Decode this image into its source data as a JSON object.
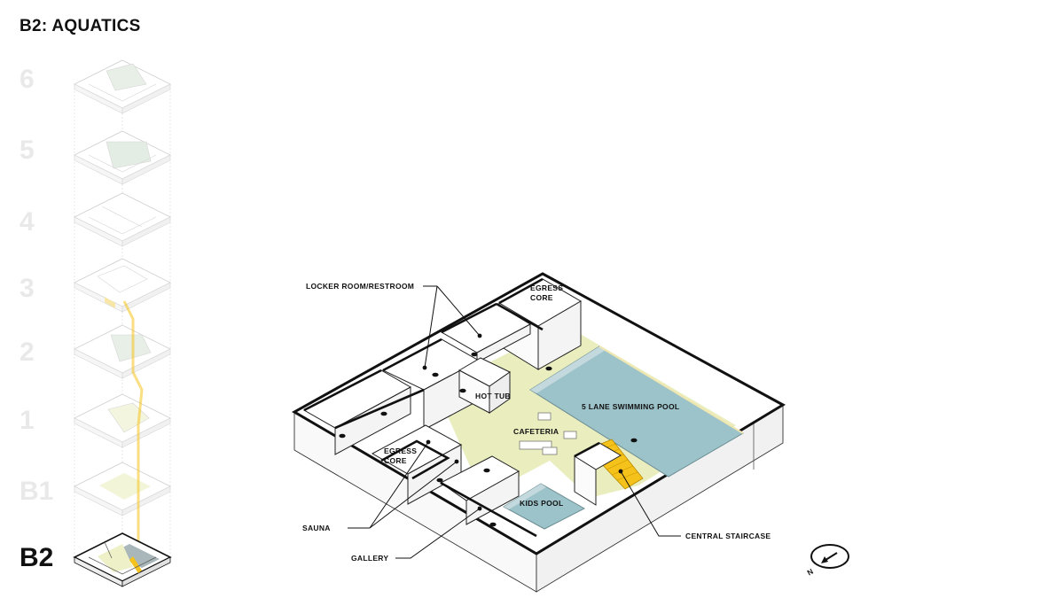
{
  "title": "B2: AQUATICS",
  "floors": [
    {
      "id": "6",
      "label": "6",
      "active": false
    },
    {
      "id": "5",
      "label": "5",
      "active": false
    },
    {
      "id": "4",
      "label": "4",
      "active": false
    },
    {
      "id": "3",
      "label": "3",
      "active": false
    },
    {
      "id": "2",
      "label": "2",
      "active": false
    },
    {
      "id": "1",
      "label": "1",
      "active": false
    },
    {
      "id": "b1",
      "label": "B1",
      "active": false
    },
    {
      "id": "b2",
      "label": "B2",
      "active": true
    }
  ],
  "rooms": {
    "egress_core_top": [
      "EGRESS",
      "CORE"
    ],
    "egress_core_left": [
      "EGRESS",
      "CORE"
    ],
    "hot_tub": "HOT TUB",
    "swimming_pool": "5 LANE SWIMMING POOL",
    "cafeteria": "CAFETERIA",
    "kids_pool": "KIDS POOL"
  },
  "callouts": {
    "locker_room": "LOCKER ROOM/RESTROOM",
    "sauna": "SAUNA",
    "gallery": "GALLERY",
    "central_staircase": "CENTRAL STAIRCASE"
  },
  "compass": {
    "north_label": "N"
  },
  "colors": {
    "pool_water": "#9cc3ca",
    "floor_highlight": "#eaeebf",
    "staircase": "#f5c21b",
    "wall_outline": "#111111",
    "inactive_floor_label": "#e9e9e9"
  }
}
